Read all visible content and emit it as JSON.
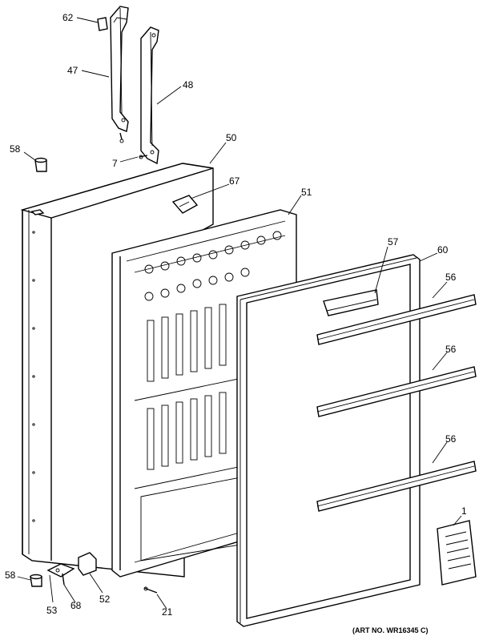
{
  "labels": {
    "p62": "62",
    "p47": "47",
    "p48": "48",
    "p7": "7",
    "p58a": "58",
    "p50": "50",
    "p67": "67",
    "p51": "51",
    "p57": "57",
    "p60": "60",
    "p56a": "56",
    "p56b": "56",
    "p56c": "56",
    "p1": "1",
    "p58b": "58",
    "p53": "53",
    "p68": "68",
    "p52": "52",
    "p21": "21"
  },
  "art_number": "(ART NO. WR16345 C)"
}
